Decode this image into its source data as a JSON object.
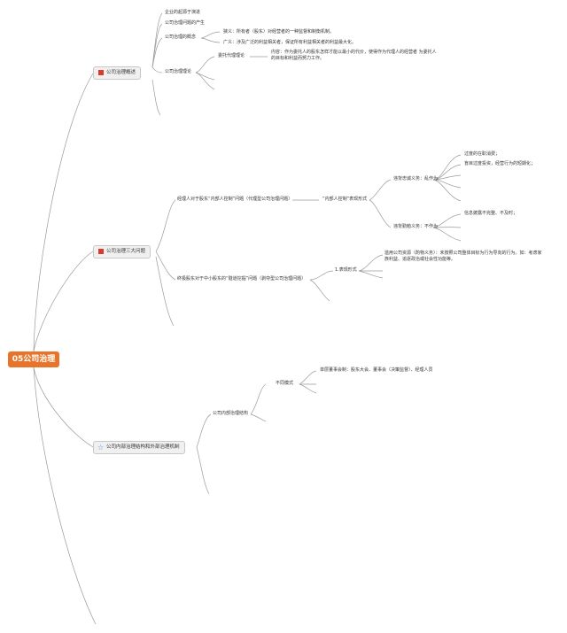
{
  "root": {
    "label": "05公司治理"
  },
  "branch1": {
    "label": "公司治理概述",
    "items": {
      "evolution": "企业的起源于演进",
      "origin": "公司治理问题的产生",
      "concept": {
        "label": "公司治理的概念",
        "narrow": "狭义：所有者（股东）对经营者的一种监督和制衡机制。",
        "broad": "广义：涉及广泛的利益相关者，保证所有利益相关者的利益最大化。"
      },
      "theory": {
        "label": "公司治理理论",
        "agency": {
          "label": "委托代理理论",
          "content": "内容：作为委托人的股东怎样才能以最小的代价，使得作为代理人的经营者 为委托人的目标和利益而努力工作。"
        }
      }
    }
  },
  "branch2": {
    "label": "公司治理三大问题",
    "problem1": {
      "label": "经理人对于股东“内部人控制”问题（代理型公司治理问题）",
      "forms": {
        "label": "“内部人控制”表现形式",
        "loyalty": {
          "label": "违背忠诚义务：乱作为",
          "items": [
            "过度的在职消费；",
            "盲目过度投资，经营行为的短期化；"
          ]
        },
        "diligence": {
          "label": "违背勤勉义务：不作为",
          "items": [
            "信息披露不完整、不及时；"
          ]
        }
      }
    },
    "problem2": {
      "label": "终极股东对于中小股东的“隧道挖掘”问题（剥夺型公司治理问题）",
      "forms": {
        "label": "1.表现形式",
        "misuse": "滥用公司资源（酌物义务）：未按照公司整体目标为行为导向的行为。如：考虑家族利益、追逐政治或社会性功能等。"
      }
    }
  },
  "branch3": {
    "label": "公司内部治理结构和外部治理机制",
    "internal": {
      "label": "公司内部治理结构",
      "modes": {
        "label": "不同模式",
        "single_board": "单层董事会制：股东大会、董事会（决策监督）、经理人员"
      }
    }
  }
}
